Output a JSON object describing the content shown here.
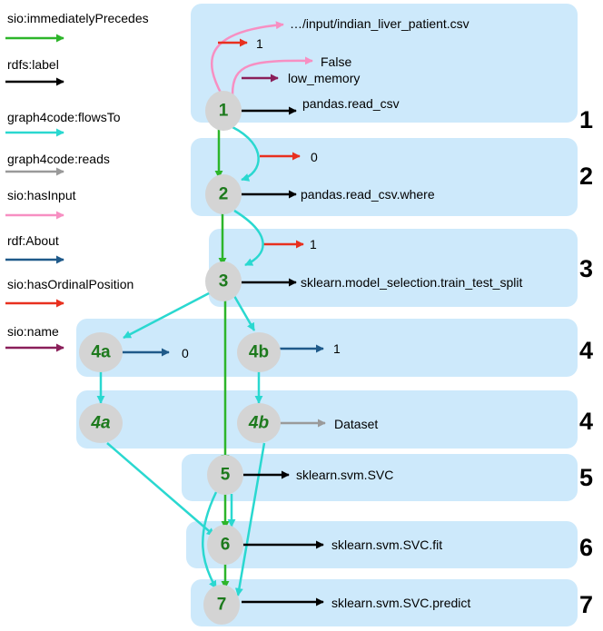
{
  "legend": [
    {
      "label": "sio:immediatelyPrecedes",
      "color": "#2db52a"
    },
    {
      "label": "rdfs:label",
      "color": "#000000"
    },
    {
      "label": "graph4code:flowsTo",
      "color": "#2ad8d0"
    },
    {
      "label": "graph4code:reads",
      "color": "#9a9a9a"
    },
    {
      "label": "sio:hasInput",
      "color": "#f78fc2"
    },
    {
      "label": "rdf:About",
      "color": "#1f5a8a"
    },
    {
      "label": "sio:hasOrdinalPosition",
      "color": "#e8301f"
    },
    {
      "label": "sio:name",
      "color": "#8a1f5a"
    }
  ],
  "nodes": {
    "n1": "1",
    "n2": "2",
    "n3": "3",
    "n4a": "4a",
    "n4b": "4b",
    "n4a_read": "4a",
    "n4b_read": "4b",
    "n5": "5",
    "n6": "6",
    "n7": "7"
  },
  "labels": {
    "csv_path": "…/input/indian_liver_patient.csv",
    "pos1_value": "1",
    "false_value": "False",
    "low_memory": "low_memory",
    "read_csv": "pandas.read_csv",
    "pos2_value": "0",
    "read_csv_where": "pandas.read_csv.where",
    "pos3_value": "1",
    "train_test_split": "sklearn.model_selection.train_test_split",
    "about_4a": "0",
    "about_4b": "1",
    "dataset": "Dataset",
    "svc": "sklearn.svm.SVC",
    "svc_fit": "sklearn.svm.SVC.fit",
    "svc_predict": "sklearn.svm.SVC.predict"
  },
  "row_numbers": [
    "1",
    "2",
    "3",
    "4",
    "4",
    "5",
    "6",
    "7"
  ],
  "colors": {
    "panel": "#cde9fb",
    "node": "#d4d4d4",
    "node_text": "#1d7a1d"
  }
}
